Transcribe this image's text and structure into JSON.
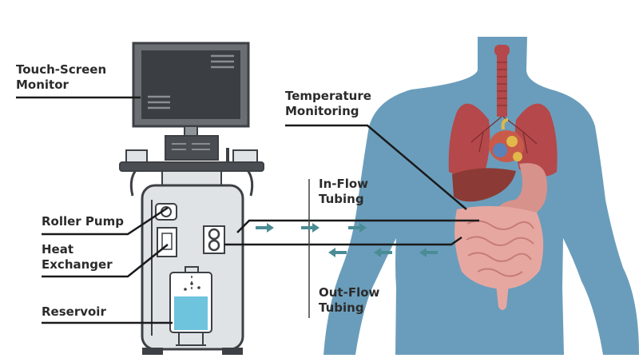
{
  "labels": {
    "touch_screen_monitor": [
      "Touch-Screen",
      "Monitor"
    ],
    "roller_pump": [
      "Roller Pump"
    ],
    "heat_exchanger": [
      "Heat",
      "Exchanger"
    ],
    "reservoir": [
      "Reservoir"
    ],
    "temperature_monitoring": [
      "Temperature",
      "Monitoring"
    ],
    "in_flow_tubing": [
      "In-Flow",
      "Tubing"
    ],
    "out_flow_tubing": [
      "Out-Flow",
      "Tubing"
    ]
  },
  "colors": {
    "machine_body": "#dfe3e6",
    "machine_outline": "#3d4044",
    "screen": "#3b3f43",
    "body_silhouette": "#5d95b5",
    "lungs": "#b5484a",
    "liver": "#8c3a35",
    "intestines": "#e7a7a1",
    "reservoir_fluid": "#6ec3dd",
    "arrows": "#4a8c95",
    "leader_lines": "#1a1a1a"
  }
}
